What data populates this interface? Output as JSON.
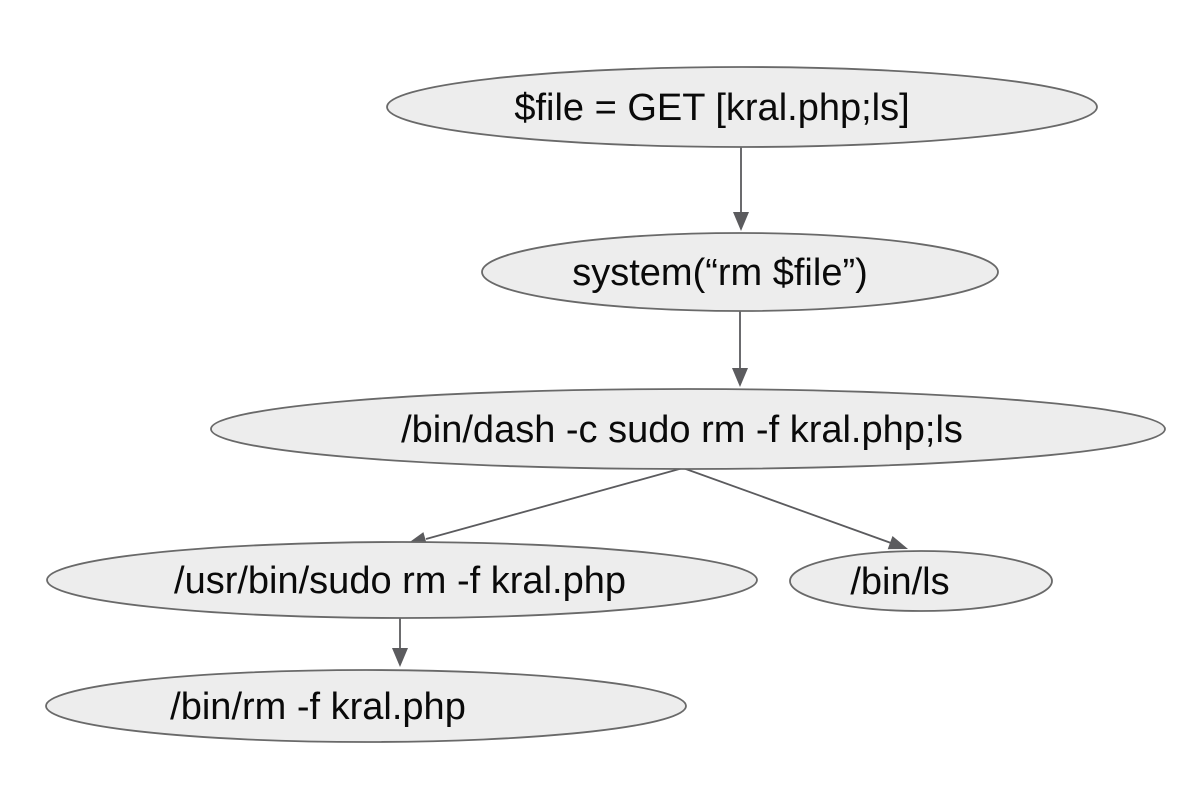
{
  "diagram": {
    "type": "flowchart",
    "nodes": [
      {
        "id": "source",
        "label": "$file = GET [kral.php;ls]"
      },
      {
        "id": "system-call",
        "label": "system(“rm $file”)"
      },
      {
        "id": "shell",
        "label": "/bin/dash -c sudo rm -f kral.php;ls"
      },
      {
        "id": "sudo",
        "label": "/usr/bin/sudo rm -f kral.php"
      },
      {
        "id": "ls",
        "label": "/bin/ls"
      },
      {
        "id": "rm",
        "label": "/bin/rm -f kral.php"
      }
    ],
    "edges": [
      {
        "from": "source",
        "to": "system-call"
      },
      {
        "from": "system-call",
        "to": "shell"
      },
      {
        "from": "shell",
        "to": "sudo"
      },
      {
        "from": "shell",
        "to": "ls"
      },
      {
        "from": "sudo",
        "to": "rm"
      }
    ],
    "colors": {
      "background": "#ffffff",
      "node_fill": "#ededed",
      "node_stroke": "#696969",
      "edge": "#5b5b5e",
      "text": "#0a0a0a"
    }
  }
}
